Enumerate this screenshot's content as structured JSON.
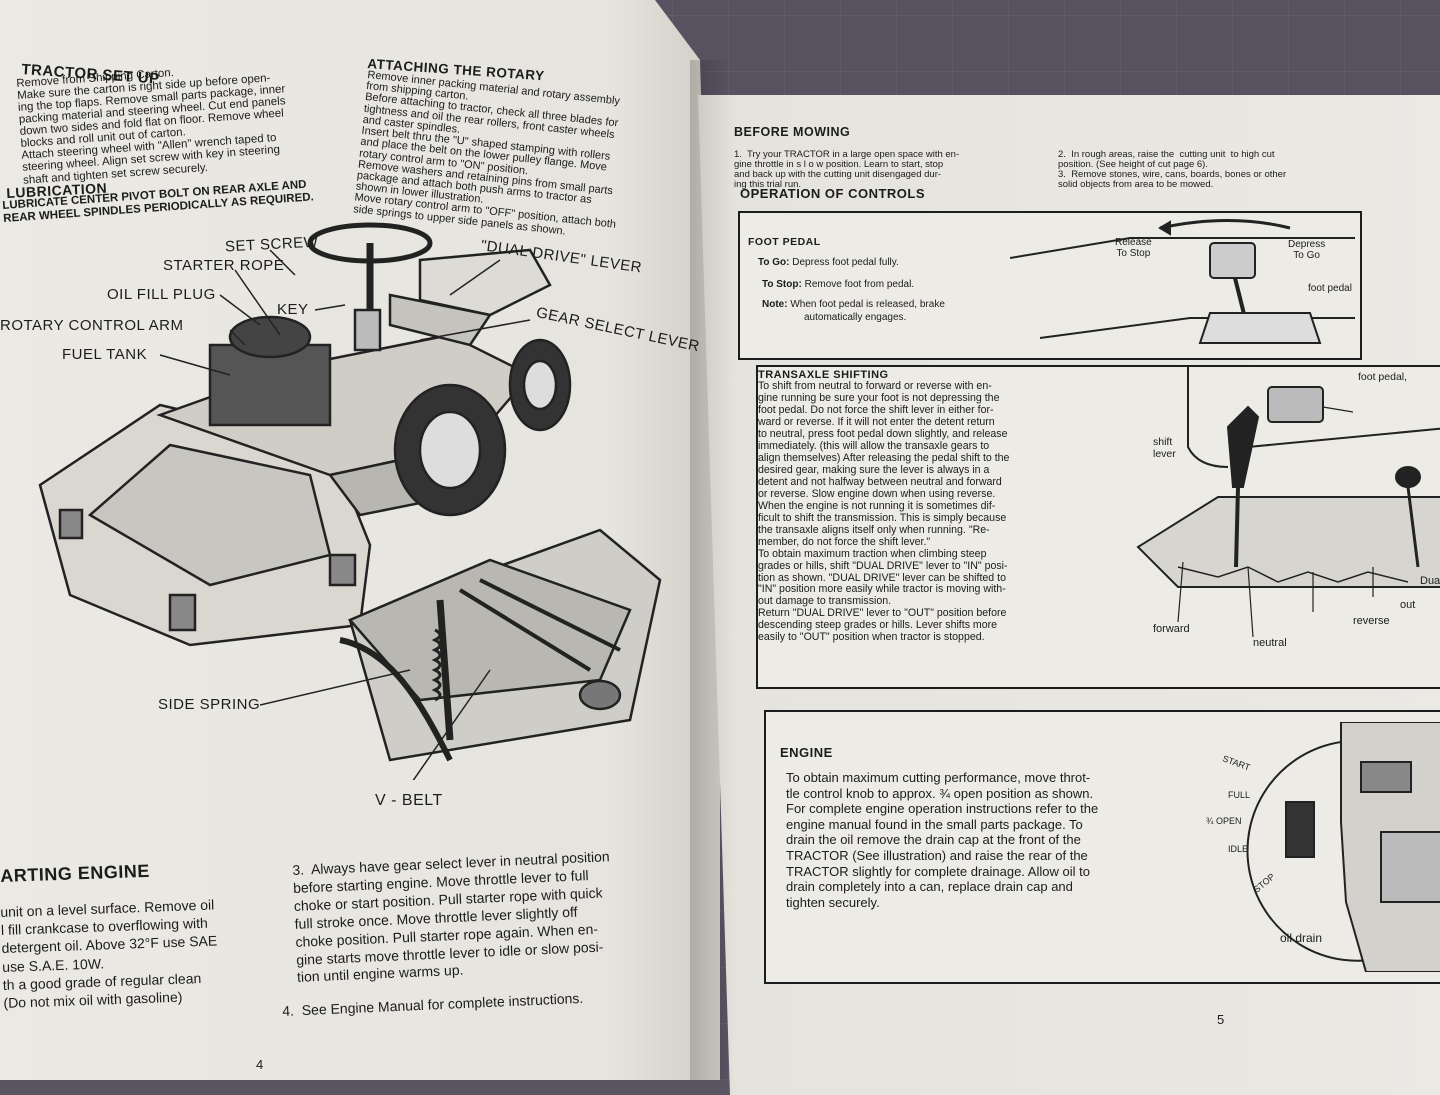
{
  "left_page": {
    "tractor_setup": {
      "title": "TRACTOR SET UP",
      "lines": [
        "Remove from Shipping Carton.",
        "Make sure the carton is right side up before open-",
        "ing the top flaps. Remove small parts package, inner",
        "packing material and steering wheel. Cut end panels",
        "down two sides and fold flat on floor. Remove wheel",
        "blocks and roll unit out of carton.",
        "Attach steering wheel with \"Allen\" wrench taped to",
        "steering wheel. Align set screw with key in steering",
        "shaft and tighten set screw securely."
      ]
    },
    "lubrication": {
      "title": "LUBRICATION",
      "lines": [
        "LUBRICATE CENTER PIVOT BOLT ON REAR AXLE AND",
        "REAR WHEEL SPINDLES PERIODICALLY AS REQUIRED."
      ]
    },
    "attaching_rotary": {
      "title": "ATTACHING THE ROTARY",
      "lines": [
        "Remove inner packing material and rotary assembly",
        "from shipping carton.",
        "Before attaching to tractor, check all three blades for",
        "tightness and oil the rear rollers, front caster wheels",
        "and caster spindles.",
        "Insert belt thru the \"U\" shaped stamping with rollers",
        "and place the belt on the lower pulley flange. Move",
        "rotary control arm to \"ON\" position.",
        "Remove washers and retaining pins from small parts",
        "package and attach both push arms to tractor as",
        "shown in lower illustration.",
        "Move rotary control arm to \"OFF\" position, attach both",
        "side springs to upper side panels as shown."
      ]
    },
    "diagram_labels": {
      "set_screw": "SET SCREW",
      "starter_rope": "STARTER ROPE",
      "oil_fill_plug": "OIL FILL PLUG",
      "key": "KEY",
      "rotary_control_arm": "ROTARY CONTROL ARM",
      "fuel_tank": "FUEL TANK",
      "dual_drive_lever": "\"DUAL DRIVE\" LEVER",
      "gear_select_lever": "GEAR SELECT LEVER",
      "side_spring": "SIDE SPRING",
      "v_belt": "V - BELT"
    },
    "starting_engine": {
      "title": "ARTING ENGINE",
      "lines": [
        "unit on a level surface. Remove oil",
        "l fill crankcase to overflowing with",
        "detergent oil. Above 32°F use SAE",
        "use S.A.E. 10W.",
        "",
        "th a good grade of regular clean",
        "(Do not mix oil with gasoline)"
      ],
      "step3": [
        "3.  Always have gear select lever in neutral position",
        "before starting engine. Move throttle lever to full",
        "choke or start position. Pull starter rope with quick",
        "full stroke once. Move throttle lever slightly off",
        "choke position. Pull starter rope again. When en-",
        "gine starts move throttle lever to idle or slow posi-",
        "tion until engine warms up."
      ],
      "step4": "4.  See Engine Manual for complete instructions."
    },
    "page_number": "4"
  },
  "right_page": {
    "before_mowing": {
      "title": "BEFORE MOWING",
      "item1": [
        "1.  Try your TRACTOR in a large open space with en-",
        "gine throttle in s l o w position. Learn to start, stop",
        "and back up with the cutting unit disengaged dur-",
        "ing this trial run."
      ],
      "item2": [
        "2.  In rough areas, raise the  cutting unit  to high cut",
        "position. (See height of cut page 6).",
        "3.  Remove stones, wire, cans, boards, bones or other",
        "solid objects from area to be mowed."
      ]
    },
    "operation_title": "OPERATION OF CONTROLS",
    "foot_pedal": {
      "title": "FOOT PEDAL",
      "to_go_label": "To Go:",
      "to_go": "Depress foot pedal fully.",
      "to_stop_label": "To Stop:",
      "to_stop": "Remove foot from pedal.",
      "note_label": "Note:",
      "note_lines": [
        "When foot pedal is released, brake",
        "automatically engages."
      ],
      "release_label": "Release\nTo Stop",
      "depress_label": "Depress\nTo Go",
      "foot_pedal_label": "foot pedal"
    },
    "transaxle": {
      "title": "TRANSAXLE SHIFTING",
      "lines": [
        "To shift from neutral to forward or reverse with en-",
        "gine running be sure your foot is not depressing the",
        "foot pedal. Do not force the shift lever in either for-",
        "ward or reverse. If it will not enter the detent return",
        "to neutral, press foot pedal down slightly, and release",
        "immediately. (this will allow the transaxle gears to",
        "align themselves) After releasing the pedal shift to the",
        "desired gear, making sure the lever is always in a",
        "detent and not halfway between neutral and forward",
        "or reverse. Slow engine down when using reverse.",
        "When the engine is not running it is sometimes dif-",
        "ficult to shift the transmission. This is simply because",
        "the transaxle aligns itself only when running. \"Re-",
        "member, do not force the shift lever.\"",
        "To obtain maximum traction when climbing steep",
        "grades or hills, shift \"DUAL DRIVE\" lever to \"IN\" posi-",
        "tion as shown. \"DUAL DRIVE\" lever can be shifted to",
        "\"IN\" position more easily while tractor is moving with-",
        "out damage to transmission.",
        "Return \"DUAL DRIVE\" lever to \"OUT\" position before",
        "descending steep grades or hills. Lever shifts more",
        "easily to \"OUT\" position when tractor is stopped."
      ],
      "labels": {
        "foot_pedal": "foot pedal,",
        "shift_lever": "shift\nlever",
        "forward": "forward",
        "neutral": "neutral",
        "reverse": "reverse",
        "out": "out",
        "dual_drive": "Dual Dri"
      }
    },
    "engine": {
      "title": "ENGINE",
      "lines": [
        "To obtain maximum cutting performance, move throt-",
        "tle control knob to approx. ¾ open position as shown.",
        "For complete engine operation instructions refer to the",
        "engine manual found in the small parts package. To",
        "drain the oil remove the drain cap at the front of the",
        "TRACTOR (See illustration) and raise the rear of the",
        "TRACTOR slightly for complete drainage. Allow oil to",
        "drain completely into a can, replace drain cap and",
        "tighten securely."
      ],
      "throttle_labels": [
        "START",
        "FULL",
        "¾ OPEN",
        "IDLE",
        "STOP"
      ],
      "oil_drain_label": "oil drain"
    },
    "page_number": "5"
  }
}
